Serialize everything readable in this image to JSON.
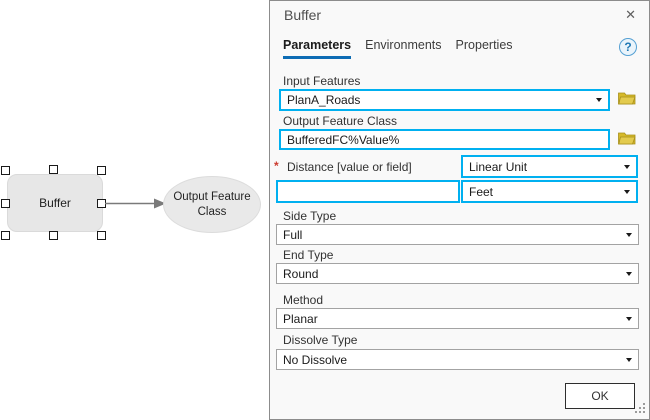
{
  "canvas": {
    "buffer_node_label": "Buffer",
    "output_node_label": "Output Feature Class"
  },
  "panel": {
    "title": "Buffer",
    "close_icon": "✕",
    "help_icon": "?",
    "tabs": [
      {
        "label": "Parameters",
        "active": true
      },
      {
        "label": "Environments",
        "active": false
      },
      {
        "label": "Properties",
        "active": false
      }
    ],
    "fields": {
      "input_features": {
        "label": "Input Features",
        "value": "PlanA_Roads"
      },
      "output_feature_class": {
        "label": "Output Feature Class",
        "value": "BufferedFC%Value%"
      },
      "distance": {
        "label": "Distance [value or field]",
        "required_marker": "*",
        "unit_type_value": "Linear Unit",
        "value": "",
        "unit_value": "Feet"
      },
      "side_type": {
        "label": "Side Type",
        "value": "Full"
      },
      "end_type": {
        "label": "End Type",
        "value": "Round"
      },
      "method": {
        "label": "Method",
        "value": "Planar"
      },
      "dissolve_type": {
        "label": "Dissolve Type",
        "value": "No Dissolve"
      }
    },
    "ok_button": "OK"
  },
  "colors": {
    "highlight_border": "#00b0f0",
    "active_tab_underline": "#0d6cb4",
    "required_marker": "#cc3b2f",
    "folder_icon": "#d6b929",
    "node_fill": "#e7e7e7",
    "panel_border": "#8c8c8c",
    "connector": "#7a7a7a"
  }
}
